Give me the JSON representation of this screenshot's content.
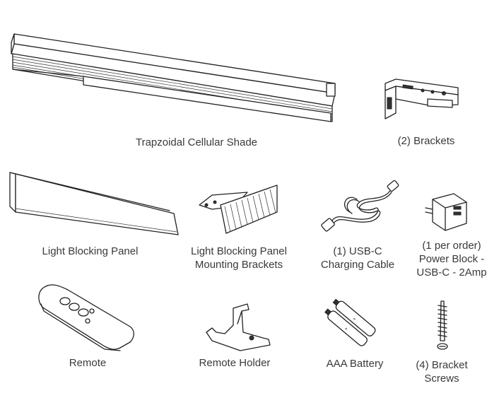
{
  "items": [
    {
      "id": "shade",
      "label_lines": [
        "Trapzoidal Cellular Shade"
      ]
    },
    {
      "id": "brackets",
      "label_lines": [
        "(2) Brackets"
      ]
    },
    {
      "id": "panel",
      "label_lines": [
        "Light Blocking Panel"
      ]
    },
    {
      "id": "panel-brackets",
      "label_lines": [
        "Light Blocking Panel",
        "Mounting Brackets"
      ]
    },
    {
      "id": "cable",
      "label_lines": [
        "(1) USB-C",
        "Charging Cable"
      ]
    },
    {
      "id": "power-block",
      "label_lines": [
        "(1 per order)",
        "Power Block -",
        "USB-C - 2Amp"
      ]
    },
    {
      "id": "remote",
      "label_lines": [
        "Remote"
      ]
    },
    {
      "id": "remote-holder",
      "label_lines": [
        "Remote Holder"
      ]
    },
    {
      "id": "battery",
      "label_lines": [
        "AAA Battery"
      ]
    },
    {
      "id": "screws",
      "label_lines": [
        "(4) Bracket",
        "Screws"
      ]
    }
  ]
}
